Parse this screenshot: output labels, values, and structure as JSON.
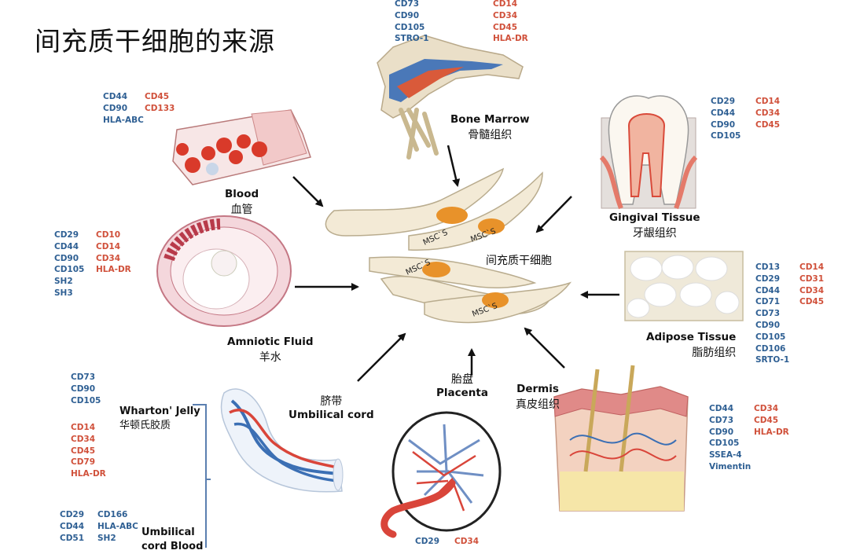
{
  "title": "间充质干细胞的来源",
  "center": {
    "label": "间充质干细胞",
    "cell_text": "MSC`S"
  },
  "sources": {
    "bone_marrow": {
      "en": "Bone Marrow",
      "zh": "骨髓组织",
      "positive": [
        "CD73",
        "CD90",
        "CD105",
        "STRO-1"
      ],
      "negative": [
        "CD14",
        "CD34",
        "CD45",
        "HLA-DR"
      ]
    },
    "blood": {
      "en": "Blood",
      "zh": "血管",
      "positive": [
        "CD44",
        "CD90",
        "HLA-ABC"
      ],
      "negative": [
        "CD45",
        "CD133"
      ]
    },
    "gingival": {
      "en": "Gingival Tissue",
      "zh": "牙龈组织",
      "positive": [
        "CD29",
        "CD44",
        "CD90",
        "CD105"
      ],
      "negative": [
        "CD14",
        "CD34",
        "CD45"
      ]
    },
    "amniotic": {
      "en": "Amniotic Fluid",
      "zh": "羊水",
      "positive": [
        "CD29",
        "CD44",
        "CD90",
        "CD105",
        "SH2",
        "SH3"
      ],
      "negative": [
        "CD10",
        "CD14",
        "CD34",
        "HLA-DR"
      ]
    },
    "adipose": {
      "en": "Adipose Tissue",
      "zh": "脂肪组织",
      "positive": [
        "CD13",
        "CD29",
        "CD44",
        "CD71",
        "CD73",
        "CD90",
        "CD105",
        "CD106",
        "SRTO-1"
      ],
      "negative": [
        "CD14",
        "CD31",
        "CD34",
        "CD45"
      ]
    },
    "umbilical": {
      "en": "Umbilical cord",
      "zh": "脐带"
    },
    "wharton": {
      "en": "Wharton' Jelly",
      "zh": "华顿氏胶质",
      "positive": [
        "CD73",
        "CD90",
        "CD105"
      ],
      "negative": [
        "CD14",
        "CD34",
        "CD45",
        "CD79",
        "HLA-DR"
      ]
    },
    "cord_blood": {
      "en_line1": "Umbilical",
      "en_line2": "cord Blood",
      "positive": [
        "CD29",
        "CD44",
        "CD51"
      ],
      "positive2": [
        "CD166",
        "HLA-ABC",
        "SH2"
      ]
    },
    "placenta": {
      "en": "Placenta",
      "zh": "胎盘",
      "positive": [
        "CD29"
      ],
      "negative": [
        "CD34"
      ]
    },
    "dermis": {
      "en": "Dermis",
      "zh": "真皮组织",
      "positive": [
        "CD44",
        "CD73",
        "CD90",
        "CD105",
        "SSEA-4",
        "Vimentin"
      ],
      "negative": [
        "CD34",
        "CD45",
        "HLA-DR"
      ]
    }
  },
  "colors": {
    "positive": "#2e5f93",
    "negative": "#d0503a",
    "cell": "#f3ead6",
    "nucleus": "#e8922a"
  }
}
